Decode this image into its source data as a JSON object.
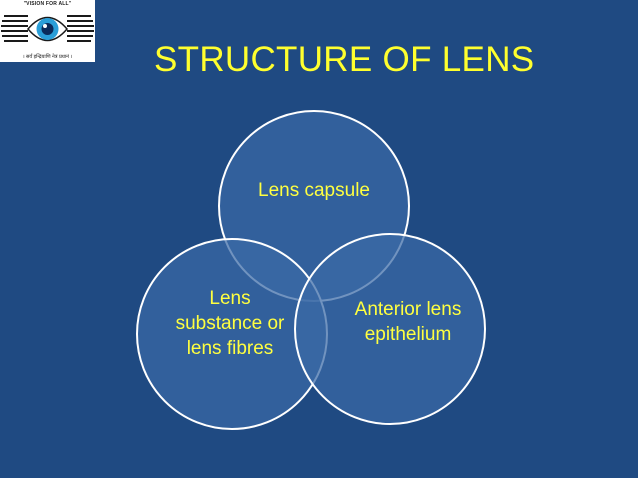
{
  "slide": {
    "title": "STRUCTURE OF LENS",
    "logo": {
      "tagline": "\"VISION FOR ALL\"",
      "motto": "। सर्वं इन्द्रियाणि नेत्रं प्रधानं ।"
    }
  },
  "diagram": {
    "type": "venn",
    "circles": [
      {
        "label": "Lens capsule"
      },
      {
        "label": "Lens substance or lens fibres"
      },
      {
        "label": "Anterior lens epithelium"
      }
    ]
  },
  "colors": {
    "background": "#1f4a82",
    "title": "#ffff2e",
    "label": "#ffff40",
    "circle_fill": "#3a6aa6",
    "circle_stroke": "#ffffff"
  }
}
